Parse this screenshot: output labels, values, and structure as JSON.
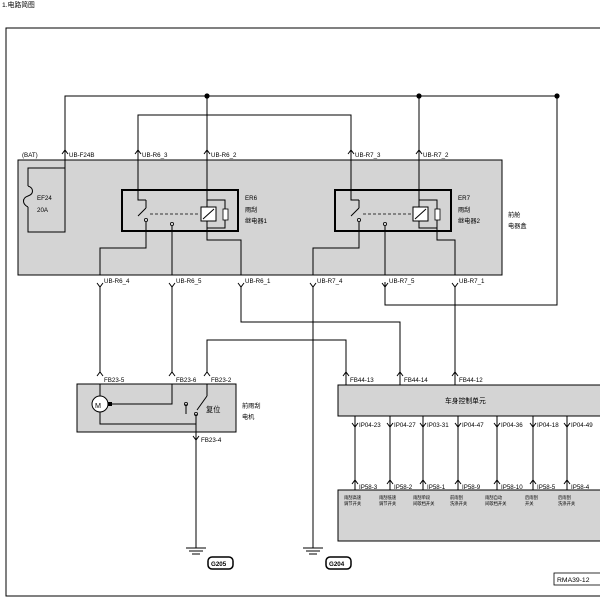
{
  "header": {
    "title": "1.电路简图"
  },
  "frame": {
    "code": "RMA39-12"
  },
  "top_labels": {
    "bat": "(BAT)",
    "ub_f24b": "UB-F24B",
    "ub_r6_3": "UB-R6_3",
    "ub_r6_2": "UB-R6_2",
    "ub_r7_3": "UB-R7_3",
    "ub_r7_2": "UB-R7_2"
  },
  "fuse": {
    "name": "EF24",
    "rating": "20A"
  },
  "relay1": {
    "name": "ER6",
    "line1": "雨刮",
    "line2": "继电器1"
  },
  "relay2": {
    "name": "ER7",
    "line1": "雨刮",
    "line2": "继电器2"
  },
  "fuse_box": {
    "line1": "前舱",
    "line2": "电器盒"
  },
  "bottom_labels": {
    "ub_r6_4": "UB-R6_4",
    "ub_r6_5": "UB-R6_5",
    "ub_r6_1": "UB-R6_1",
    "ub_r7_4": "UB-R7_4",
    "ub_r7_5": "UB-R7_5",
    "ub_r7_1": "UB-R7_1"
  },
  "motor": {
    "pin5": "FB23-5",
    "pin6": "FB23-6",
    "pin2": "FB23-2",
    "pin4": "FB23-4",
    "symbol": "M",
    "reset": "复位",
    "line1": "前雨刮",
    "line2": "电机"
  },
  "bcm": {
    "title": "车身控制单元",
    "pin13": "FB44-13",
    "pin14": "FB44-14",
    "pin12": "FB44-12",
    "pins": [
      "IP04-23",
      "IP04-27",
      "IP03-31",
      "IP04-47",
      "IP04-36",
      "IP04-18",
      "IP04-49"
    ]
  },
  "switch_pins": [
    "IP58-3",
    "IP58-2",
    "IP58-1",
    "IP58-9",
    "IP58-10",
    "IP58-5",
    "IP58-4"
  ],
  "switch_labels": [
    [
      "雨刮高速",
      "调节开关"
    ],
    [
      "雨刮低速",
      "调节开关"
    ],
    [
      "雨刮单段",
      "间歇档开关"
    ],
    [
      "前雨刮",
      "洗涤开关"
    ],
    [
      "雨刮自动",
      "间歇档开关"
    ],
    [
      "后雨刮",
      "开关"
    ],
    [
      "后雨刮",
      "洗涤开关"
    ]
  ],
  "grounds": {
    "g1": "G205",
    "g2": "G204"
  }
}
